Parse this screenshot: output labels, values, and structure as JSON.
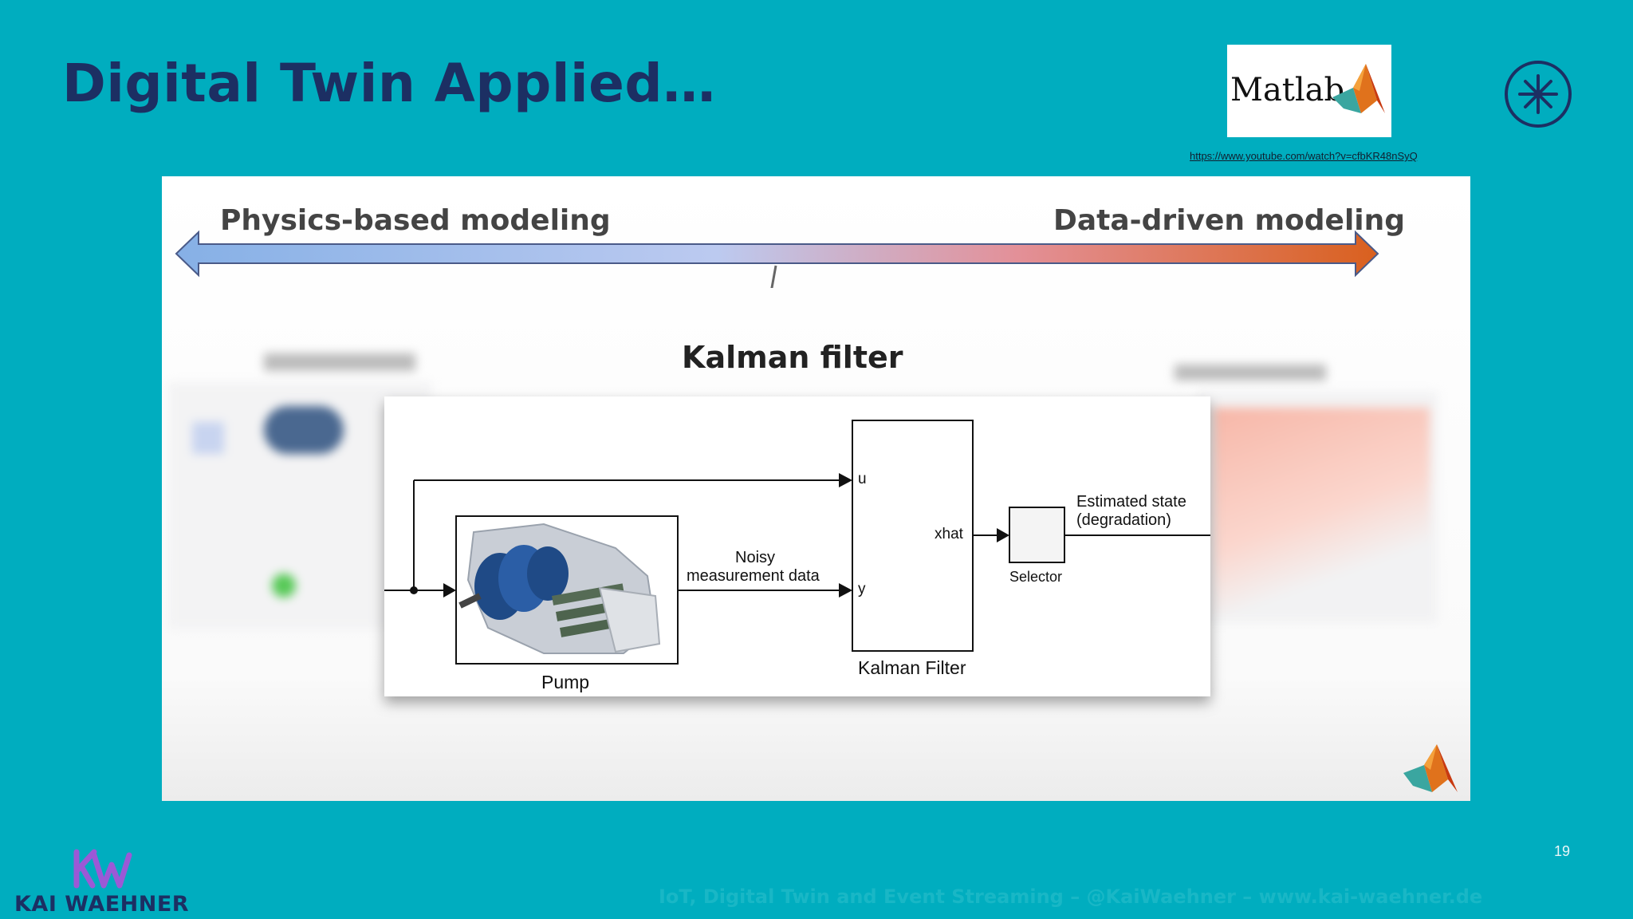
{
  "slide": {
    "title": "Digital Twin Applied…",
    "page_number": "19",
    "footer": "IoT, Digital Twin and Event Streaming – @KaiWaehner – www.kai-waehner.de",
    "youtube_link": "https://www.youtube.com/watch?v=cfbKR48nSyQ",
    "corner_icon": "asterisk-circle-icon"
  },
  "matlab": {
    "label": "Matlab",
    "logo_icon": "matlab-membrane-icon"
  },
  "card": {
    "left_label": "Physics-based modeling",
    "right_label": "Data-driven modeling",
    "center_title": "Kalman filter",
    "gradient_colors": [
      "#86b0e6",
      "#bccaf0",
      "#e39098",
      "#d9601e"
    ],
    "corner_logo_icon": "matlab-membrane-icon"
  },
  "diagram": {
    "pump_label": "Pump",
    "kalman_label": "Kalman Filter",
    "noisy_label_1": "Noisy",
    "noisy_label_2": "measurement data",
    "u_port": "u",
    "y_port": "y",
    "xhat_port": "xhat",
    "selector_label": "Selector",
    "estimated_label_1": "Estimated state",
    "estimated_label_2": "(degradation)"
  },
  "branding": {
    "logo_text": "KW",
    "name": "KAI WAEHNER",
    "logo_color": "#9b59d6"
  }
}
